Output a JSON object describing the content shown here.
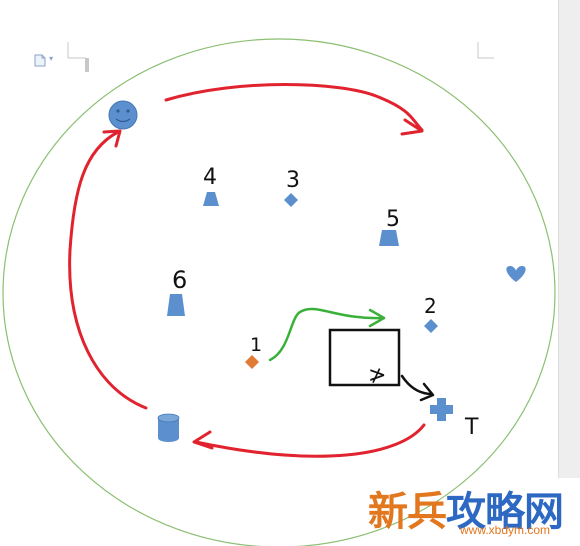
{
  "toolbar": {
    "doc_icon": "document-icon",
    "doc_menu_glyph": "▾"
  },
  "colors": {
    "shape_blue": "#5b8fcd",
    "shape_orange": "#e07a35",
    "circle_green": "#8bbf72",
    "arrow_red": "#e0232e",
    "arrow_green": "#3ab03a",
    "ink": "#111111"
  },
  "labels": {
    "l1": "1",
    "l2": "2",
    "l3": "3",
    "l4": "4",
    "l5": "5",
    "l6": "6",
    "box_mark": "≯",
    "t_mark": "T"
  },
  "watermark": {
    "part1": "新兵",
    "part2": "攻略网",
    "url": "www.xbdym.com"
  }
}
